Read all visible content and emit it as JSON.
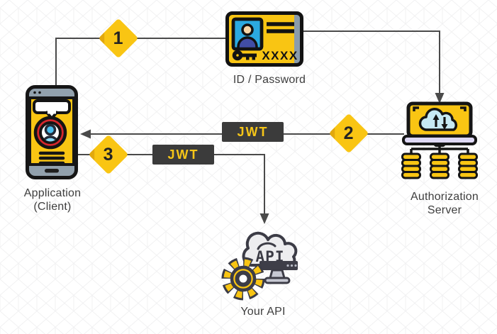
{
  "title": "JWT authentication flow",
  "colors": {
    "yellow": "#F9C513",
    "dark_box": "#3B3B3B",
    "connector_line": "#4A4A4A",
    "label_text": "#3E3E3E",
    "jwt_text": "#F5C518",
    "avatar_red": "#D5282D",
    "photo_blue": "#2BA9E0",
    "cloud_blue": "#C7EAF4",
    "laptop_base_lavender": "#DFD9F6",
    "api_cloud_gray": "#EDEDEF"
  },
  "nodes": {
    "id_card": {
      "label": "ID /  Password",
      "masked_text": "XXXX"
    },
    "application": {
      "label": "Application",
      "sublabel": "(Client)"
    },
    "auth_server": {
      "label": "Authorization",
      "sublabel": "Server"
    },
    "your_api": {
      "label": "Your API",
      "cloud_text": "API"
    }
  },
  "steps": {
    "one": "1",
    "two": "2",
    "three": "3"
  },
  "tokens": {
    "first": "JWT",
    "second": "JWT"
  }
}
